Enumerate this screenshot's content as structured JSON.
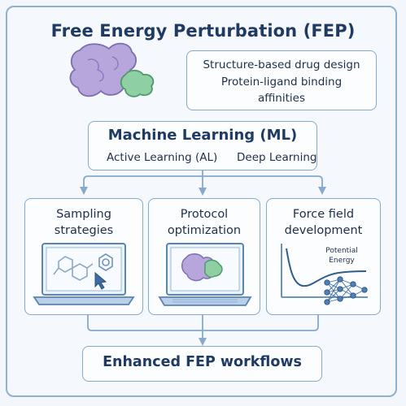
{
  "title": "Free Energy Perturbation (FEP)",
  "fep_notes": {
    "line1": "Structure-based drug design",
    "line2": "Protein-ligand binding",
    "line3": "affinities"
  },
  "ml": {
    "title": "Machine Learning (ML)",
    "item1": "Active Learning (AL)",
    "item2": "Deep Learning"
  },
  "cards": [
    {
      "line1": "Sampling",
      "line2": "strategies"
    },
    {
      "line1": "Protocol",
      "line2": "optimization"
    },
    {
      "line1": "Force field",
      "line2": "development",
      "chart_label_1": "Potential",
      "chart_label_2": "Energy"
    }
  ],
  "result": "Enhanced FEP workflows",
  "colors": {
    "border": "#86a9cc",
    "text": "#1f3b63",
    "protein_purple": "#b7a6dc",
    "ligand_green": "#8fcfa4",
    "laptop_blue": "#5b84b1"
  },
  "icons": [
    "protein-icon",
    "ligand-icon",
    "laptop-icon",
    "molecule-icon",
    "cursor-icon",
    "energy-curve-icon",
    "neural-network-icon",
    "arrow-down-icon"
  ]
}
